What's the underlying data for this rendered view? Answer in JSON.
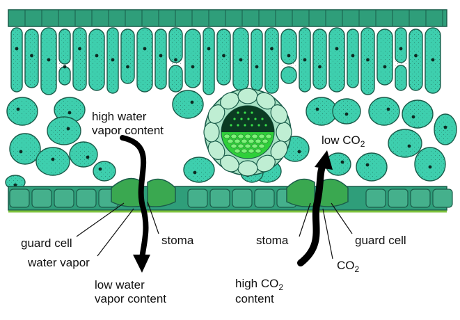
{
  "labels": {
    "high_water_1": "high water",
    "high_water_2": "vapor content",
    "low_co2_text": "low CO",
    "low_co2_sub": "2",
    "guard_cell_left": "guard cell",
    "stoma_left": "stoma",
    "water_vapor": "water vapor",
    "stoma_right": "stoma",
    "guard_cell_right": "guard cell",
    "co2_text": "CO",
    "co2_sub": "2",
    "low_water_1": "low water",
    "low_water_2": "vapor content",
    "high_co2_text": "high CO",
    "high_co2_sub": "2",
    "high_co2_2": "content"
  },
  "colors": {
    "cell_fill": "#3ecfae",
    "cell_outline": "#1a5c4a",
    "epidermis_fill": "#2f9e7a",
    "guard_cell_fill": "#3aa850",
    "vein_outer": "#a8e2c4",
    "vein_inner": "#2fcf3a",
    "arrow": "#000000"
  }
}
